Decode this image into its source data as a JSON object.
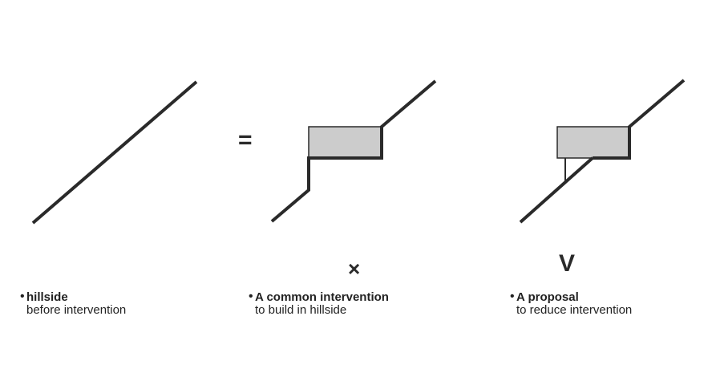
{
  "symbols": {
    "equals": "=",
    "cross": "×",
    "check": "V"
  },
  "captions": [
    {
      "bullet": "•",
      "title": "hillside",
      "subtitle": "before intervention"
    },
    {
      "bullet": "•",
      "title": "A common intervention",
      "subtitle": "to build in hillside"
    },
    {
      "bullet": "•",
      "title": "A proposal",
      "subtitle": "to reduce intervention"
    }
  ],
  "colors": {
    "line": "#2a2a2a",
    "box_fill": "#cccccc",
    "background": "#ffffff"
  }
}
